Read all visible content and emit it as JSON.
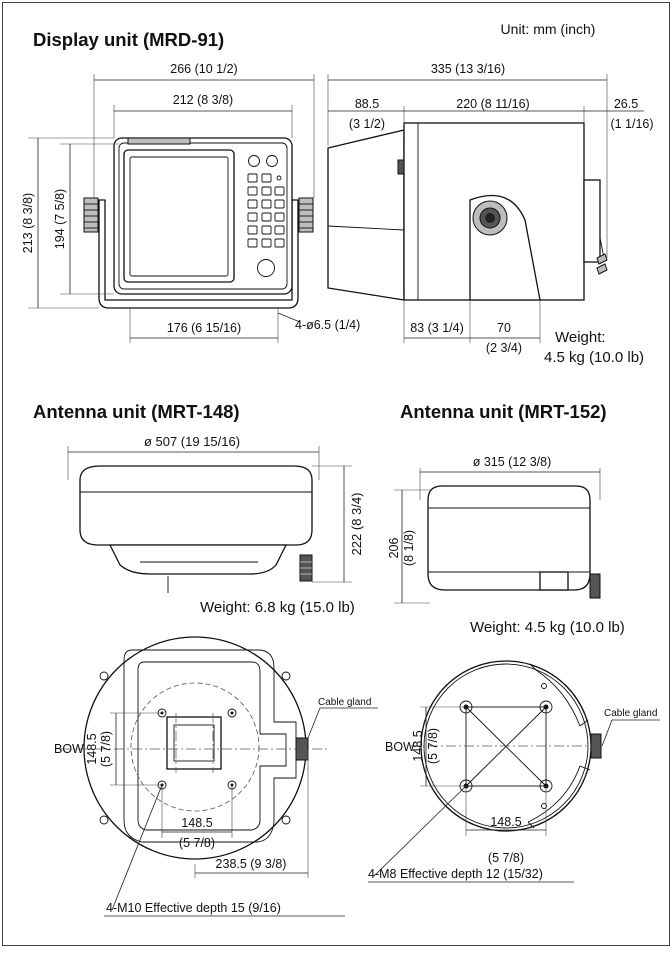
{
  "unit_note": "Unit: mm (inch)",
  "display": {
    "title": "Display unit (MRD-91)",
    "dims": {
      "w_outer": "266 (10 1/2)",
      "w_inner": "212 (8 3/8)",
      "h_outer": "213 (8 3/8)",
      "h_inner": "194 (7 5/8)",
      "base": "176 (6 15/16)",
      "holes": "4-ø6.5 (1/4)",
      "depth_total": "335 (13 3/16)",
      "front_a": "88.5",
      "front_b": "(3 1/2)",
      "depth_mid": "220 (8 11/16)",
      "rear_a": "26.5",
      "rear_b": "(1 1/16)",
      "bracket_a": "83 (3 1/4)",
      "bracket_b_a": "70",
      "bracket_b_b": "(2 3/4)"
    },
    "weight_a": "Weight:",
    "weight_b": "4.5 kg (10.0 lb)"
  },
  "ant148": {
    "title": "Antenna unit (MRT-148)",
    "dia": "ø 507 (19 15/16)",
    "height": "222 (8 3/4)",
    "weight": "Weight: 6.8 kg (15.0 lb)",
    "bow": "BOW",
    "cable": "Cable gland",
    "v_a": "148.5",
    "v_b": "(5 7/8)",
    "h_a": "148.5",
    "h_b": "(5 7/8)",
    "offset": "238.5 (9 3/8)",
    "bolt": "4-M10 Effective depth 15 (9/16)"
  },
  "ant152": {
    "title": "Antenna unit (MRT-152)",
    "dia": "ø 315 (12 3/8)",
    "height_a": "206",
    "height_b": "(8 1/8)",
    "weight": "Weight: 4.5 kg (10.0 lb)",
    "bow": "BOW",
    "cable": "Cable gland",
    "v_a": "148.5",
    "v_b": "(5 7/8)",
    "h_a": "148.5",
    "h_b": "(5 7/8)",
    "bolt": "4-M8 Effective depth 12 (15/32)"
  }
}
